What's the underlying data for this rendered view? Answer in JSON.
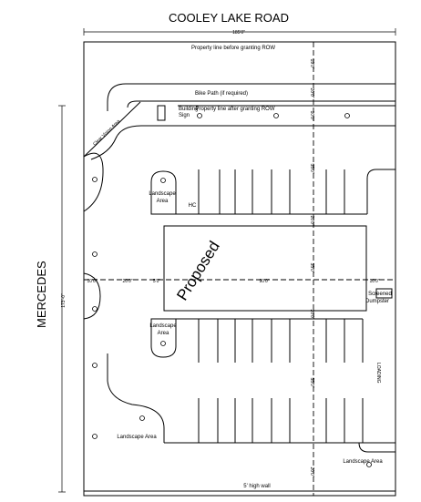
{
  "road_top": "COOLEY LAKE ROAD",
  "road_left": "MERCEDES",
  "dim_overall_width": "185'0\"",
  "dim_overall_depth": "173'-0\"",
  "labels": {
    "property_line_before": "Property line before granting ROW",
    "bike_path": "Bike Path (if required)",
    "property_line_after": "Property line after granting ROW",
    "building_sign": "Building\nSign",
    "clear_vision_triangle": "Clear Vision Area",
    "landscape_top_island": "Landscape\nArea",
    "hc": "HC",
    "proposed": "Proposed",
    "screened_dumpster": "Screened\nDumpster",
    "landscape_mid_island": "Landscape\nArea",
    "loading": "LOADING",
    "landscape_bottom_left": "Landscape Area",
    "landscape_bottom_right": "Landscape Area",
    "wall": "5' high wall"
  },
  "dims": {
    "v_19": "19'0\"",
    "v_20a": "20'0\"",
    "v_10": "10'0\"",
    "v_55a": "55'0\"",
    "v_20b": "20'0\"",
    "v_35": "35'0\"",
    "v_20c": "20'0\"",
    "v_55b": "55'0\"",
    "v_20d": "20'0\"",
    "h_10a": "10'0\"",
    "h_20": "20'0\"",
    "h_5": "5'0\"",
    "h_90": "90'0\"",
    "h_10b": "10'0\""
  }
}
